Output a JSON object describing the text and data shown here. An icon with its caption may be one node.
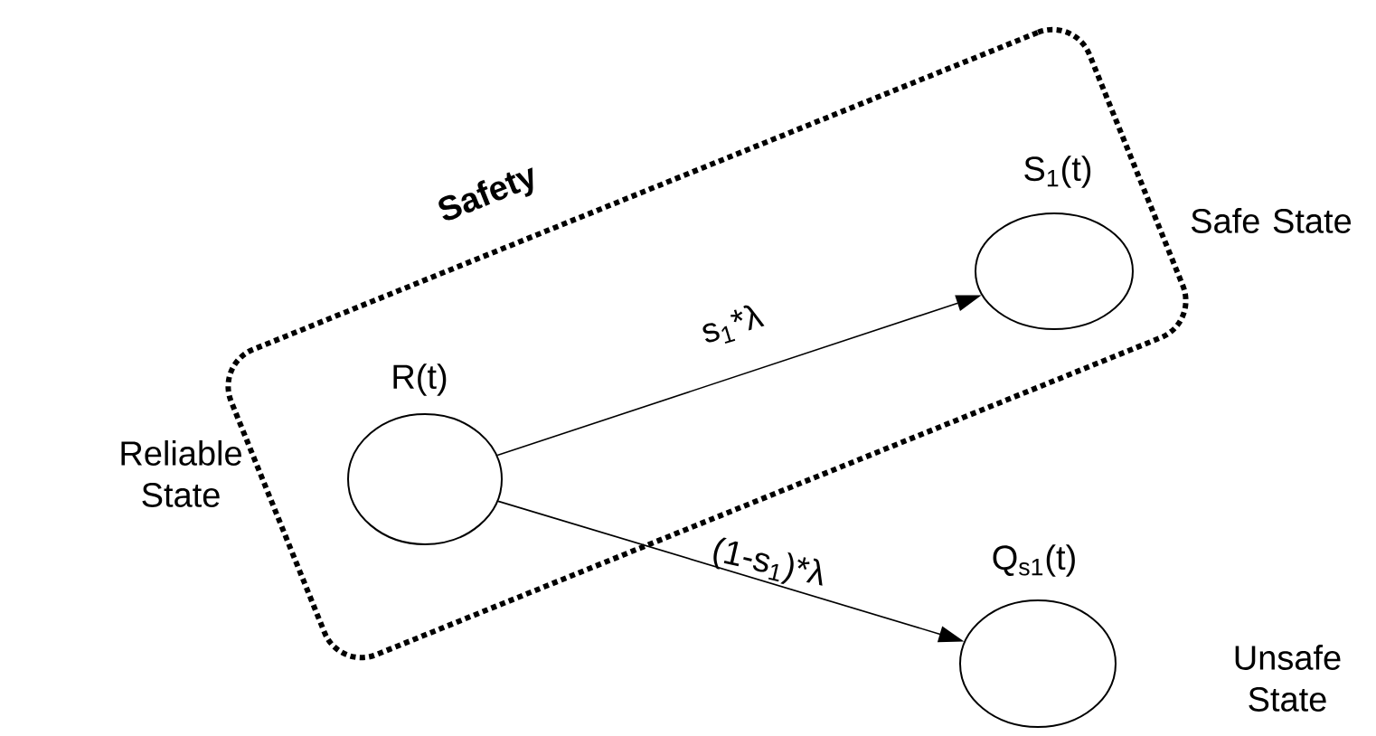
{
  "diagram": {
    "nodes": [
      {
        "text": [
          "Safety"
        ]
      },
      {
        "text": [
          "R(t)"
        ],
        "beside": [
          "Reliable State"
        ],
        "in": 0
      },
      {
        "text": [
          "S$_{1}$(t)"
        ],
        "beside": [
          "Safe State"
        ],
        "in": 0
      },
      {
        "text": [
          "Q$_{s1}$(t)"
        ],
        "beside": [
          "Unsafe State"
        ]
      }
    ],
    "edges": [
      {
        "from": 1,
        "to": 2,
        "arrow": "to",
        "label": "s$_{1}$*λ"
      },
      {
        "from": 1,
        "to": 3,
        "arrow": "to",
        "label": "(1-s$_{1}$)*λ"
      }
    ]
  }
}
